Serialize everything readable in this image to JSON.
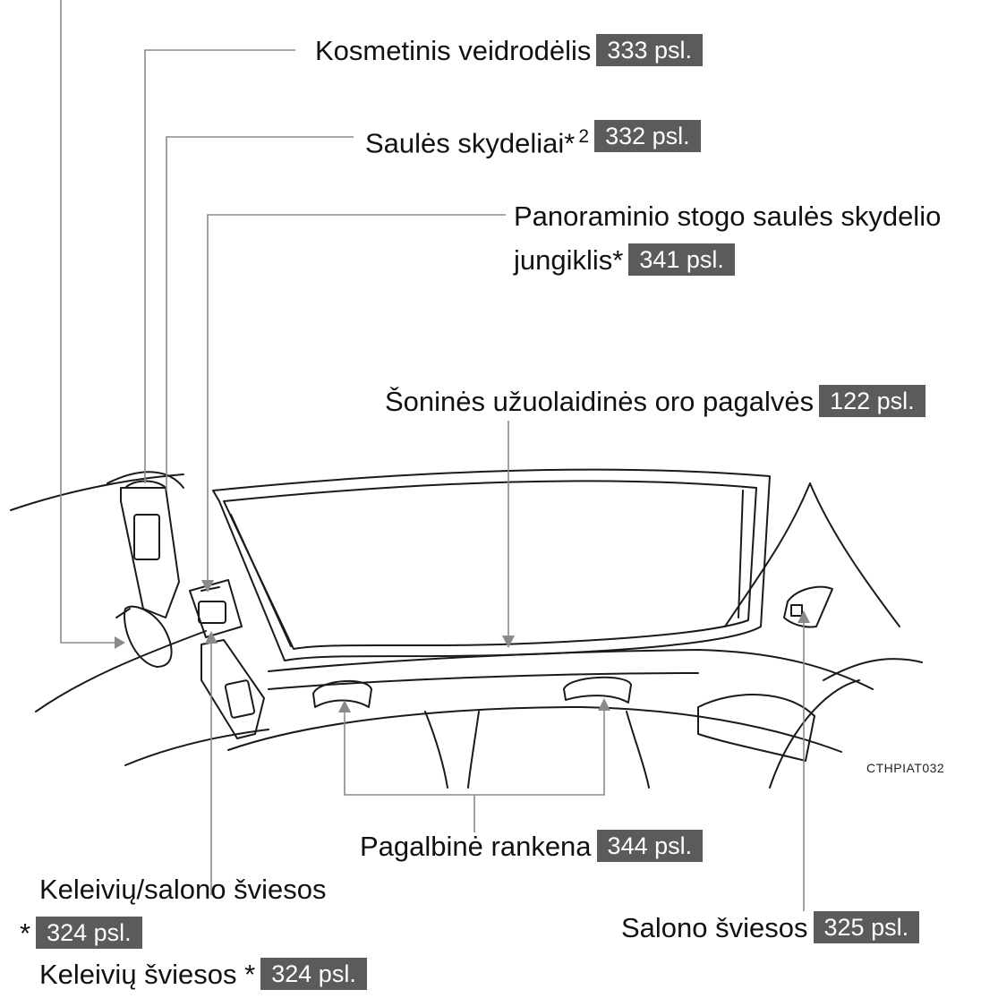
{
  "callouts": {
    "vanity_mirror": {
      "text": "Kosmetinis veidrodėlis",
      "page": "333 psl."
    },
    "sun_visors": {
      "text": "Saulės skydeliai",
      "mark": "*",
      "superscript": "2",
      "page": "332 psl."
    },
    "panoramic_switch": {
      "line1": "Panoraminio stogo saulės skydelio",
      "line2": "jungiklis",
      "mark": "*",
      "page": "341 psl."
    },
    "curtain_airbags": {
      "text": "Šoninės užuolaidinės oro pagalvės",
      "page": "122 psl."
    },
    "assist_grip": {
      "text": "Pagalbinė rankena",
      "page": "344 psl."
    },
    "passenger_interior_lights": {
      "line1": "Keleivių/salono šviesos",
      "mark": "*",
      "page": "324 psl."
    },
    "passenger_lights": {
      "text": "Keleivių šviesos",
      "mark": "*",
      "page": "324 psl."
    },
    "interior_lights": {
      "text": "Salono šviesos",
      "page": "325 psl."
    }
  },
  "image_code": "CTHPIAT032",
  "colors": {
    "badge_bg": "#5b5b5b",
    "badge_text": "#ffffff",
    "leader_line": "#8a8a8a",
    "drawing": "#1a1a1a"
  }
}
